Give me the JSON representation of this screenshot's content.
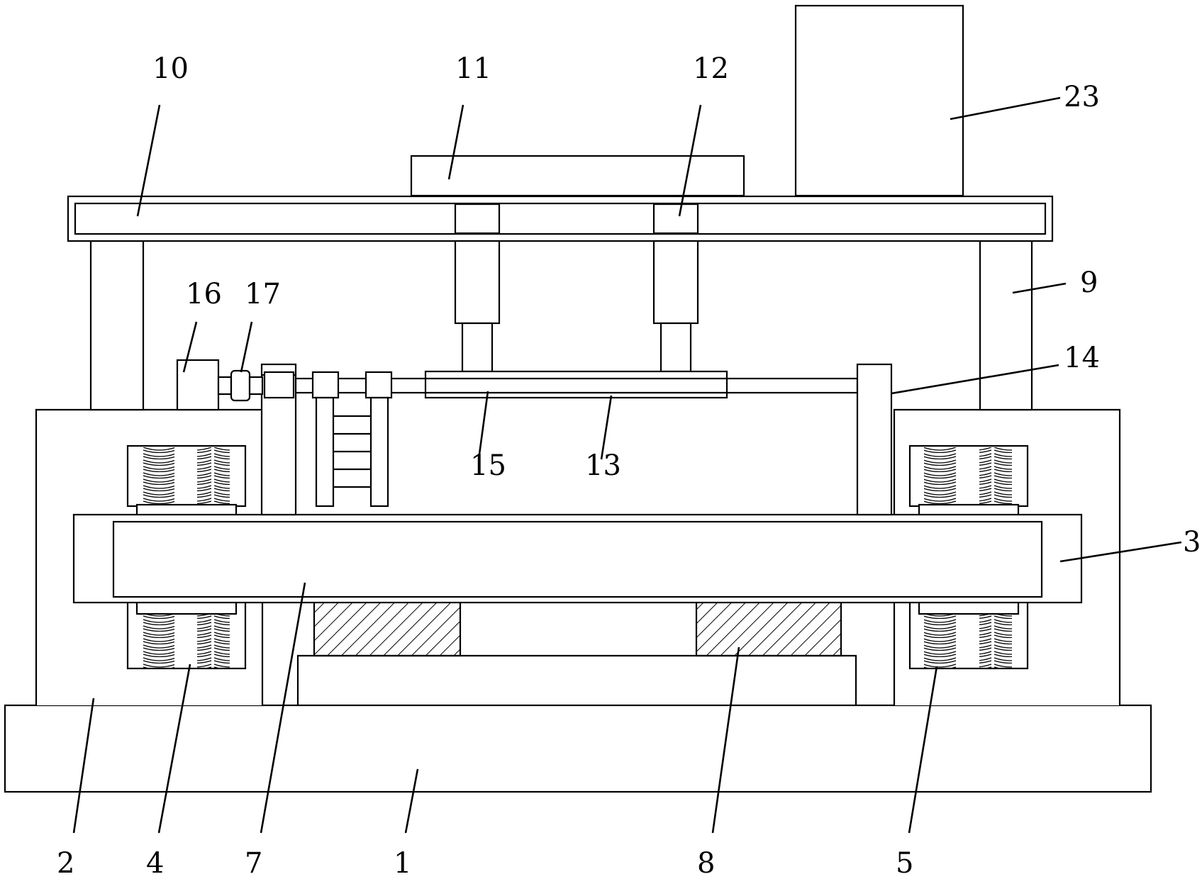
{
  "labels": {
    "l1": "1",
    "l2": "2",
    "l3": "3",
    "l4": "4",
    "l5": "5",
    "l7": "7",
    "l8": "8",
    "l9": "9",
    "l10": "10",
    "l11": "11",
    "l12": "12",
    "l13": "13",
    "l14": "14",
    "l15": "15",
    "l16": "16",
    "l17": "17",
    "l23": "23"
  }
}
